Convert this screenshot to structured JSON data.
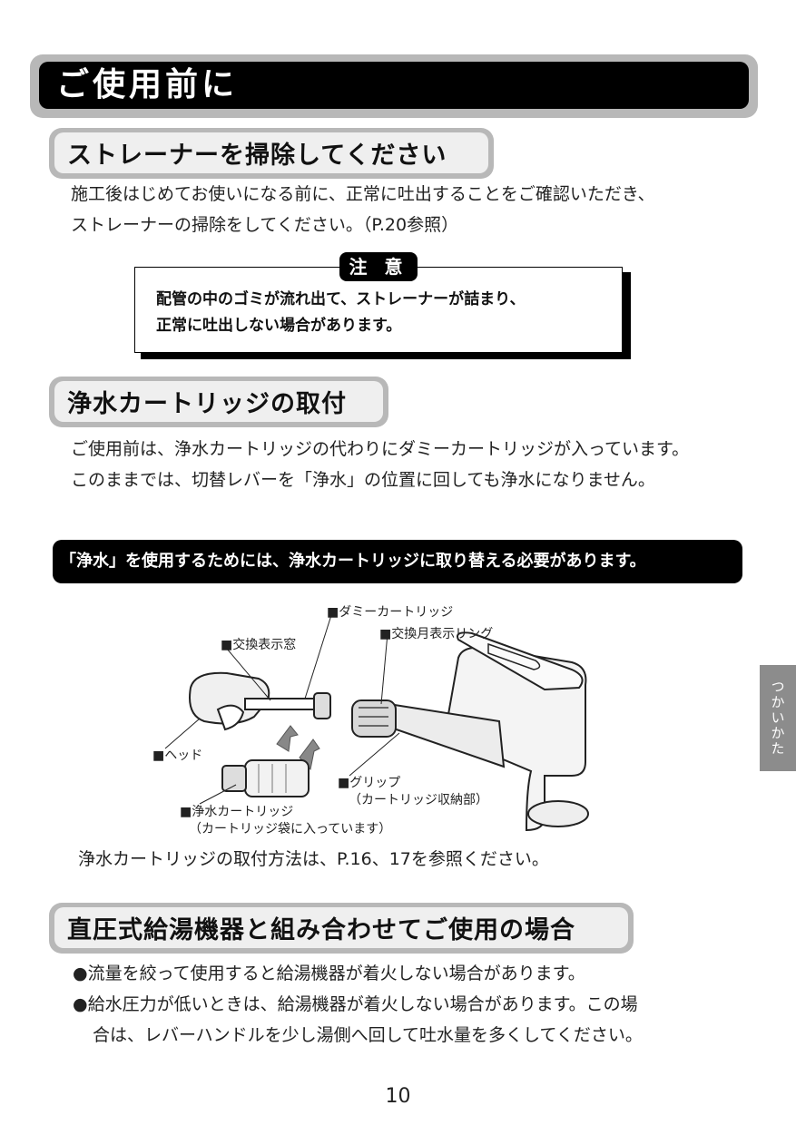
{
  "title": "ご使用前に",
  "section1": {
    "heading": "ストレーナーを掃除してください",
    "lines": [
      "施工後はじめてお使いになる前に、正常に吐出することをご確認いただき、",
      "ストレーナーの掃除をしてください。（P.20参照）"
    ]
  },
  "caution": {
    "badge": "注 意",
    "lines": [
      "配管の中のゴミが流れ出て、ストレーナーが詰まり、",
      "正常に吐出しない場合があります。"
    ]
  },
  "section2": {
    "heading": "浄水カートリッジの取付",
    "lines": [
      "ご使用前は、浄水カートリッジの代わりにダミーカートリッジが入っています。",
      "このままでは、切替レバーを「浄水」の位置に回しても浄水になりません。"
    ],
    "banner": "「浄水」を使用するためには、浄水カートリッジに取り替える必要があります。",
    "figure_labels": {
      "dummy_cartridge": "■ダミーカートリッジ",
      "exchange_window": "■交換表示窓",
      "month_ring": "■交換月表示リング",
      "head": "■ヘッド",
      "grip": "■グリップ",
      "grip_sub": "（カートリッジ収納部）",
      "cartridge": "■浄水カートリッジ",
      "cartridge_sub": "（カートリッジ袋に入っています）"
    },
    "note": "浄水カートリッジの取付方法は、P.16、17を参照ください。"
  },
  "section3": {
    "heading": "直圧式給湯機器と組み合わせてご使用の場合",
    "bullets": [
      "●流量を絞って使用すると給湯機器が着火しない場合があります。",
      "●給水圧力が低いときは、給湯機器が着火しない場合があります。この場",
      "合は、レバーハンドルを少し湯側へ回して吐水量を多くしてください。"
    ]
  },
  "side_tab": "つかいかた",
  "page_number": "10"
}
